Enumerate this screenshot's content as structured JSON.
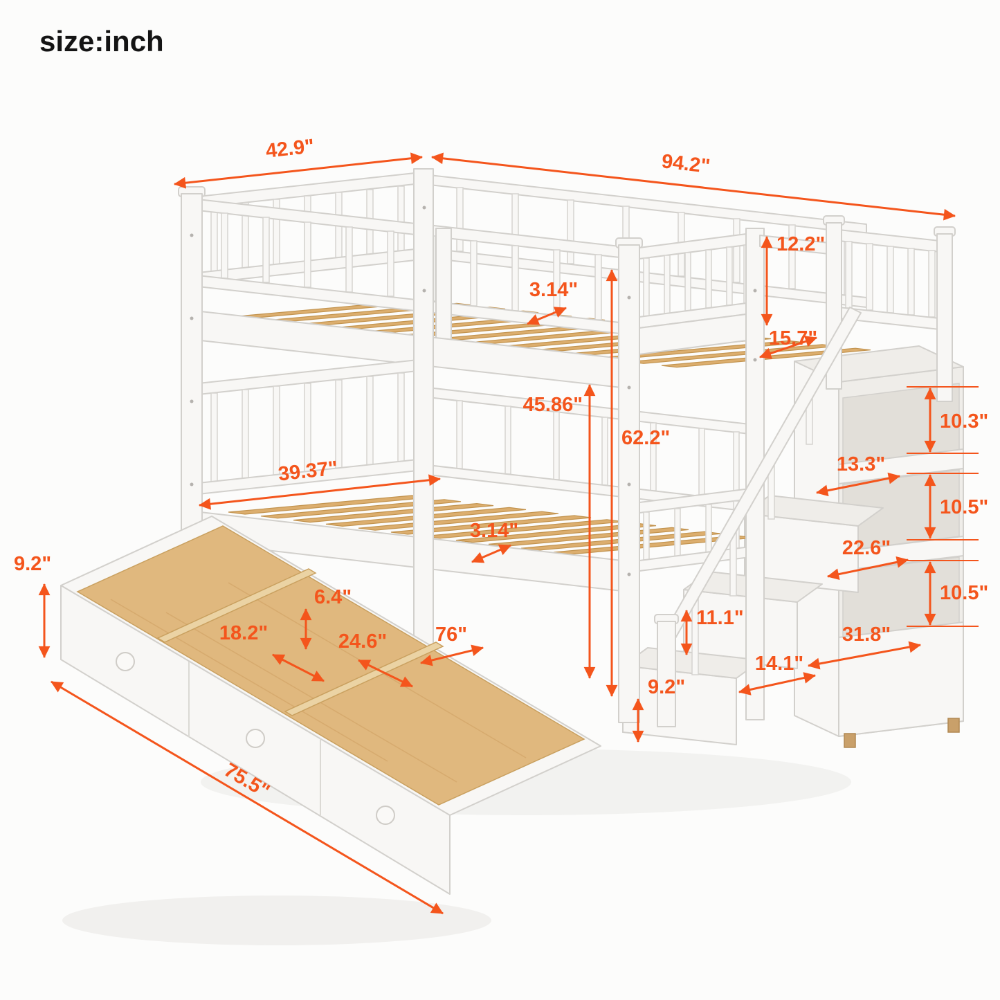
{
  "page": {
    "background": "#FCFCFB",
    "unit_label": "size:inch"
  },
  "colors": {
    "dimension_accent": "#F4551C",
    "bed_white": "#F8F7F5",
    "wood": "#DCAE6E"
  },
  "dims": {
    "upper_bed_width": "42.9\"",
    "total_length": "94.2\"",
    "guardrail_height": "12.2\"",
    "upper_slat_gap": "3.14\"",
    "footboard_depth": "15.7\"",
    "under_upper_clearance": "45.86\"",
    "total_height": "62.2\"",
    "shelf_top_height": "10.3\"",
    "stair_shelf_depth": "13.3\"",
    "shelf_middle_height": "10.5\"",
    "shelf_middle_depth": "22.6\"",
    "shelf_bottom_height": "10.5\"",
    "lower_bed_width": "39.37\"",
    "lower_slat_gap": "3.14\"",
    "drawer_height": "9.2\"",
    "drawer_divider_height": "6.4\"",
    "drawer_compartment1_width": "18.2\"",
    "drawer_compartment2_width": "24.6\"",
    "lower_bed_length": "76\"",
    "step_riser_height": "11.1\"",
    "shelf_bottom_depth": "31.8\"",
    "step_tread_depth": "14.1\"",
    "bottom_step_height": "9.2\"",
    "drawer_length": "75.5\""
  }
}
